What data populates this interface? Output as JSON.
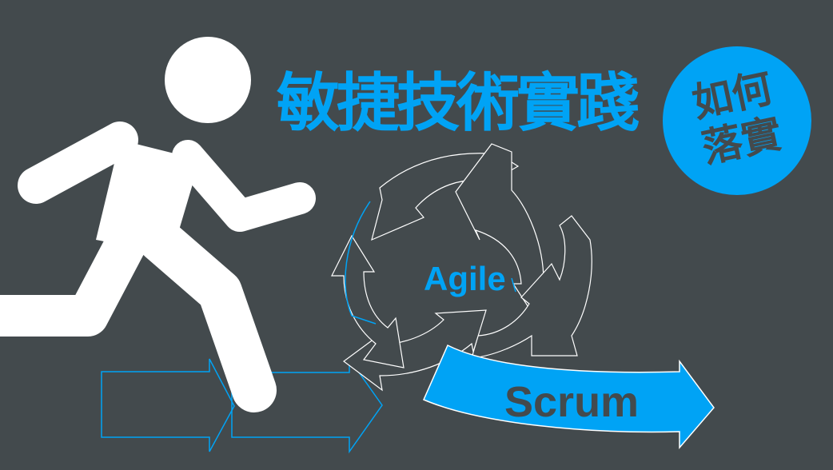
{
  "colors": {
    "background": "#434a4d",
    "accent": "#00a3f5",
    "figure": "#ffffff",
    "outline": "#ffffff"
  },
  "icons": {
    "figure": "running-person-icon",
    "cycle": "circular-arrows-icon",
    "arrows": "right-arrow-icon"
  },
  "title": "敏捷技術實踐",
  "badge": {
    "line1": "如何",
    "line2": "落實"
  },
  "cycle_label": "Agile",
  "arrow_label": "Scrum"
}
